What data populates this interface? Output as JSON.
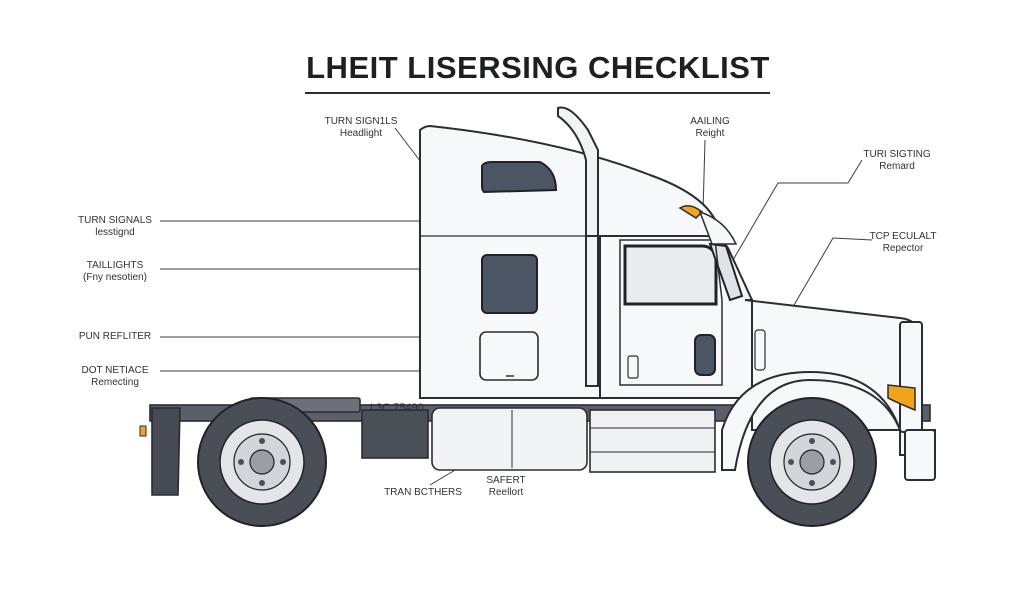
{
  "title": "LHEIT LISERSING CHECKLIST",
  "plate": "L3C 75490",
  "labels": {
    "top_left": {
      "line1": "TURN SIGN1LS",
      "line2": "Headlight"
    },
    "top_center": {
      "line1": "AAILING",
      "line2": "Reight"
    },
    "top_right": {
      "line1": "TURI SIGTING",
      "line2": "Remard"
    },
    "mid_right": {
      "line1": "TCP ECULALT",
      "line2": "Repector"
    },
    "left_1": {
      "line1": "TURN SIGNALS",
      "line2": "lesstignd"
    },
    "left_2": {
      "line1": "TAILLIGHTS",
      "line2": "(Fny nesotien)"
    },
    "left_3": {
      "line1": "PUN REFLITER"
    },
    "left_4": {
      "line1": "DOT NETIACE",
      "line2": "Remecting"
    },
    "bottom_1": {
      "line1": "TRAN BCTHERS"
    },
    "bottom_2": {
      "line1": "SAFERT",
      "line2": "Reellort"
    }
  },
  "colors": {
    "outline": "#2a2d33",
    "body": "#f7f8fa",
    "window": "#4b5563",
    "tire": "#4a4e57",
    "amber": "#f2a41c"
  }
}
